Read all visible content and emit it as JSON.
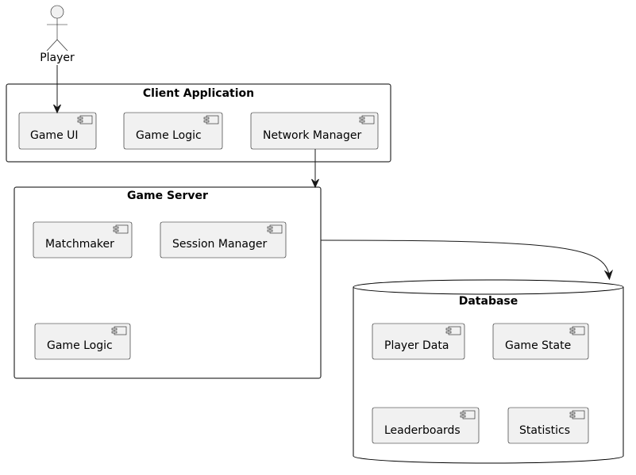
{
  "actor": {
    "name": "Player"
  },
  "client": {
    "title": "Client Application",
    "components": [
      "Game UI",
      "Game Logic",
      "Network Manager"
    ]
  },
  "server": {
    "title": "Game Server",
    "components": [
      "Matchmaker",
      "Session Manager",
      "Game Logic"
    ]
  },
  "database": {
    "title": "Database",
    "components": [
      "Player Data",
      "Game State",
      "Leaderboards",
      "Statistics"
    ]
  }
}
